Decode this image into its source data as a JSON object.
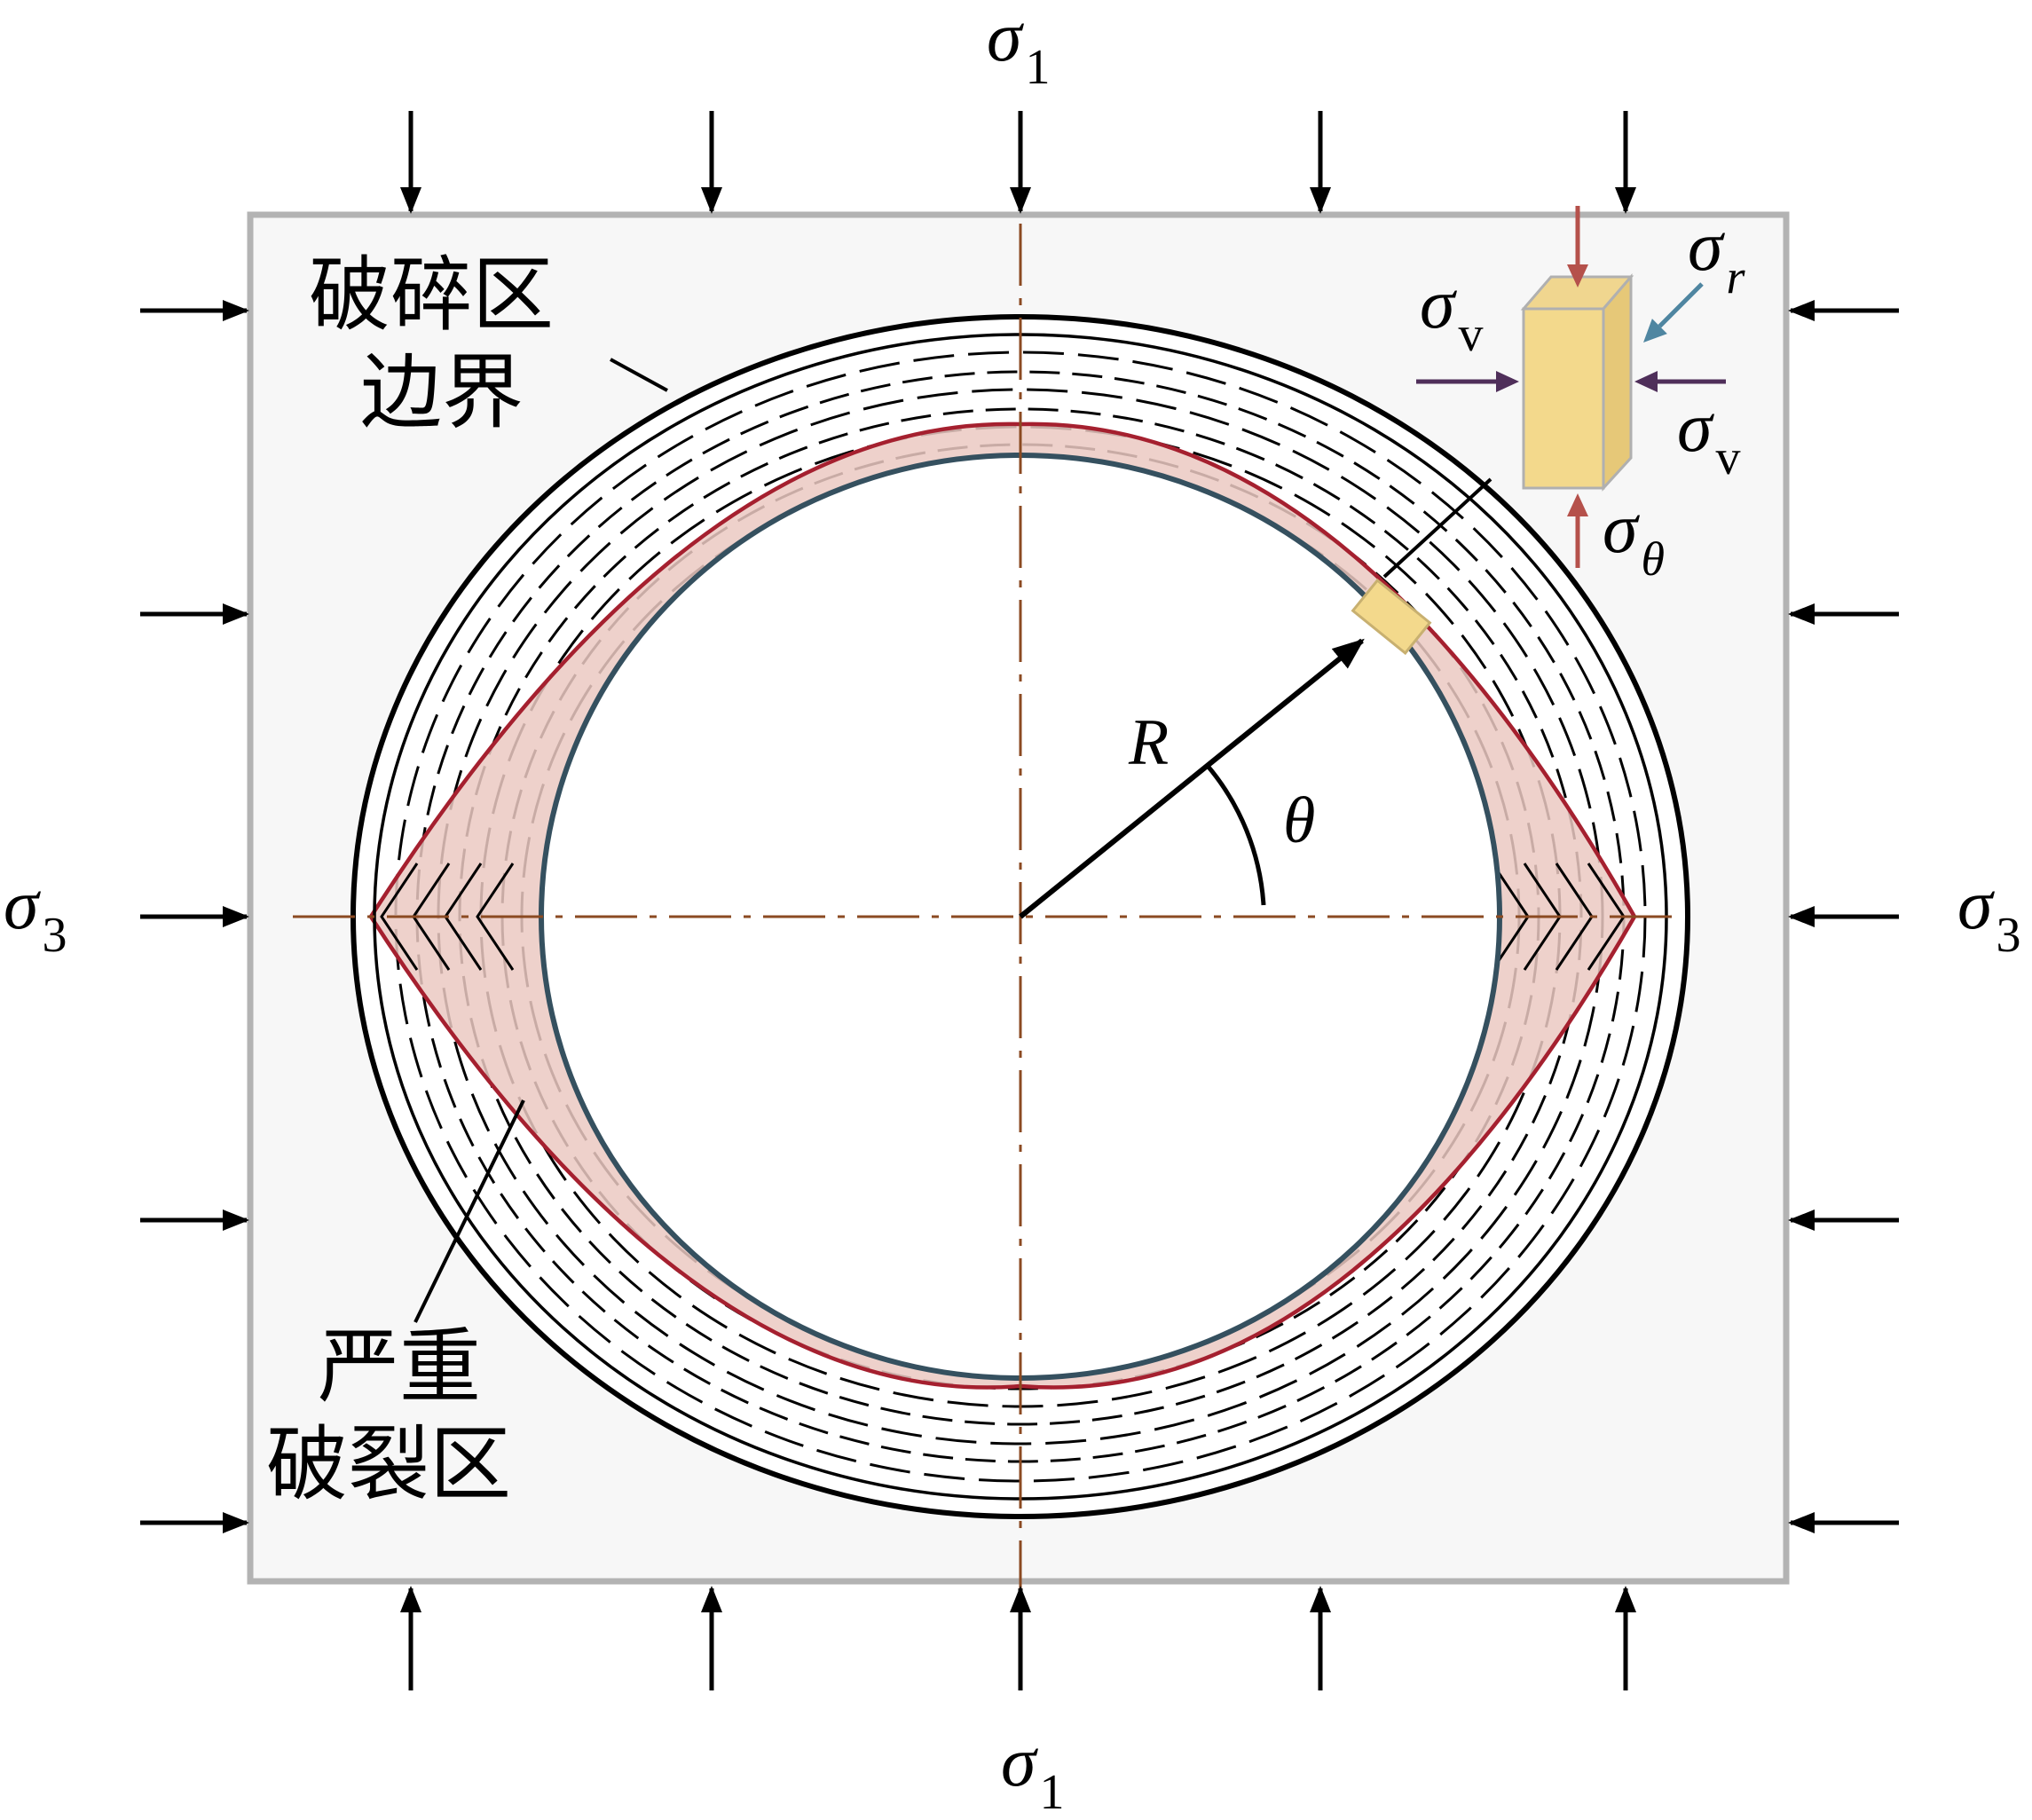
{
  "labels": {
    "sigma": "σ",
    "sub_1": "1",
    "sub_3": "3",
    "sub_r": "r",
    "sub_v": "v",
    "sub_theta": "θ",
    "radius": "R",
    "angle": "θ",
    "boundary_line1": "破碎区",
    "boundary_line2": "边界",
    "zone_line1": "严重",
    "zone_line2": "破裂区"
  },
  "colors": {
    "panel_fill": "#f7f7f7",
    "panel_border": "#b3b3b3",
    "axis_line": "#8b4a22",
    "outer_boundary": "#000000",
    "tunnel_wall": "#35505f",
    "severe_zone_fill": "#ebc9c2",
    "severe_zone_edge": "#a5202f",
    "element_fill": "#f3d98c",
    "element_edge": "#b0b0b0",
    "arrow_sigma_theta": "#b5514b",
    "arrow_sigma_v": "#4f2f5a",
    "arrow_sigma_r": "#4f86a1"
  }
}
